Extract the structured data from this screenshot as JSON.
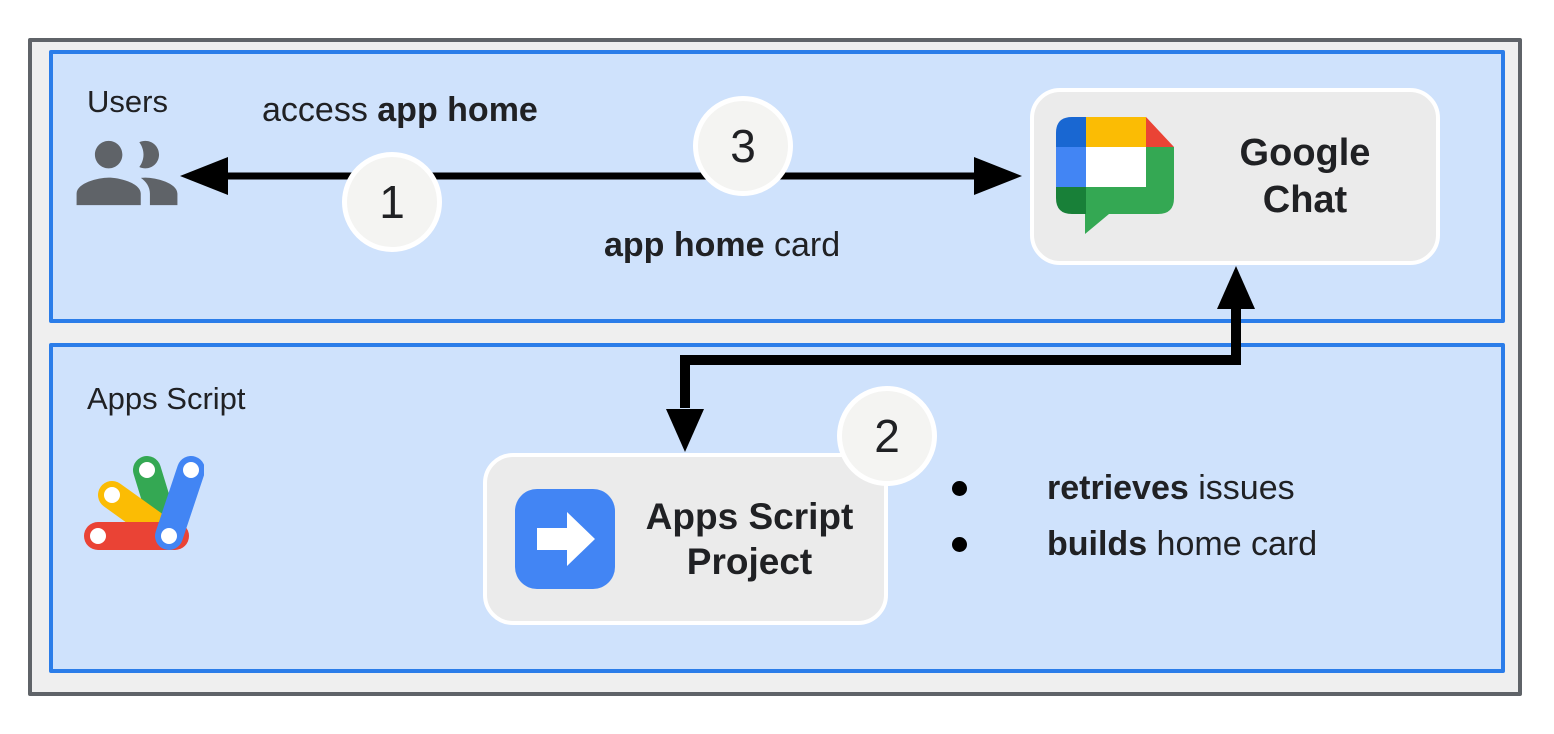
{
  "theme": {
    "frame-border": "#5f6368",
    "frame-fill": "#efefef",
    "lane-border": "#2b7de9",
    "lane-fill": "#cfe2fc",
    "card-fill": "#ebebeb",
    "card-border": "#ffffff",
    "badge-fill": "#f4f4f2",
    "text": "#202124",
    "arrow": "#000000",
    "icon-gray": "#5f6368",
    "g-blue": "#4285f4",
    "g-blue-dark": "#1967d2",
    "g-green": "#34a853",
    "g-green-dark": "#188038",
    "g-yellow": "#fbbc04",
    "g-red": "#ea4335"
  },
  "diagram": {
    "lanes": {
      "users": {
        "label": "Users"
      },
      "apps_script": {
        "label": "Apps Script"
      }
    },
    "nodes": {
      "google_chat": {
        "line1": "Google",
        "line2": "Chat"
      },
      "apps_script_project": {
        "line1": "Apps Script",
        "line2": "Project"
      }
    },
    "steps": {
      "step1": "1",
      "step2": "2",
      "step3": "3"
    },
    "edge_labels": {
      "request": {
        "regular": "access ",
        "bold": "app home"
      },
      "response": {
        "bold": "app home",
        "regular": " card"
      }
    },
    "bullets": [
      {
        "bold": "retrieves",
        "regular": " issues"
      },
      {
        "bold": "builds",
        "regular": " home card"
      }
    ]
  }
}
